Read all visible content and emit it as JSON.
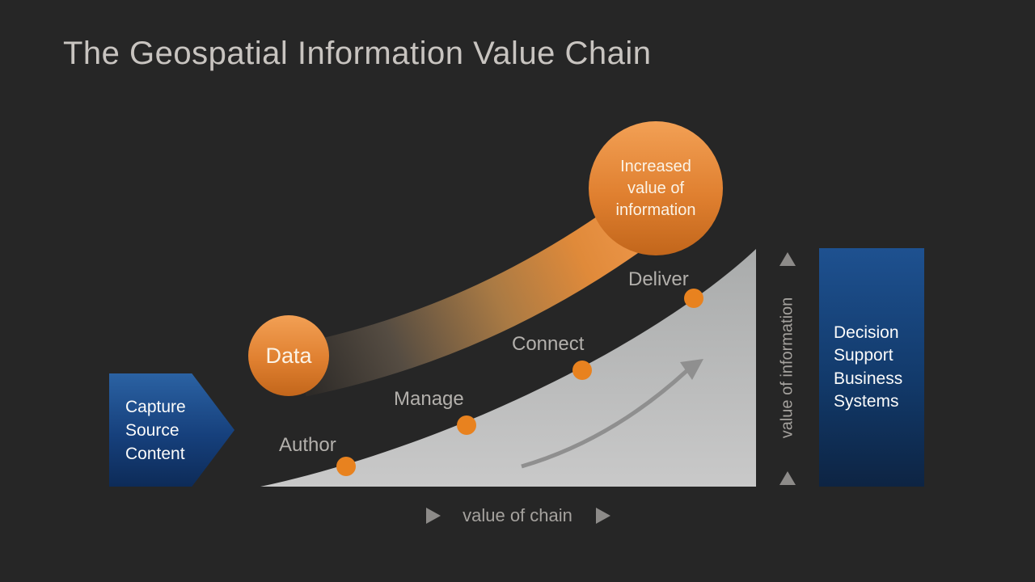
{
  "slide": {
    "title": "The Geospatial Information Value Chain"
  },
  "diagram": {
    "data_node": {
      "label": "Data"
    },
    "outcome_node": {
      "label": "Increased value of information"
    },
    "steps": [
      {
        "label": "Author"
      },
      {
        "label": "Manage"
      },
      {
        "label": "Connect"
      },
      {
        "label": "Deliver"
      }
    ],
    "input_block": {
      "lines": [
        "Capture",
        "Source",
        "Content"
      ]
    },
    "output_block": {
      "lines": [
        "Decision",
        "Support",
        "Business",
        "Systems"
      ]
    },
    "y_axis": {
      "label": "value of information"
    },
    "x_axis": {
      "label": "value of chain"
    }
  },
  "colors": {
    "background": "#262626",
    "accent_orange": "#e8821f",
    "orange_gradient_top": "#f2a055",
    "orange_gradient_bottom": "#c2661b",
    "blue_gradient_top": "#2b62a3",
    "blue_gradient_bottom": "#0d2443",
    "ramp_gray_top": "#a9abab",
    "ramp_gray_bottom": "#c9c9c9",
    "title_text": "#c8c4c0",
    "muted_text": "#b3b0ac",
    "axis_text": "#a5a29e",
    "marker_gray": "#8d8b89"
  }
}
